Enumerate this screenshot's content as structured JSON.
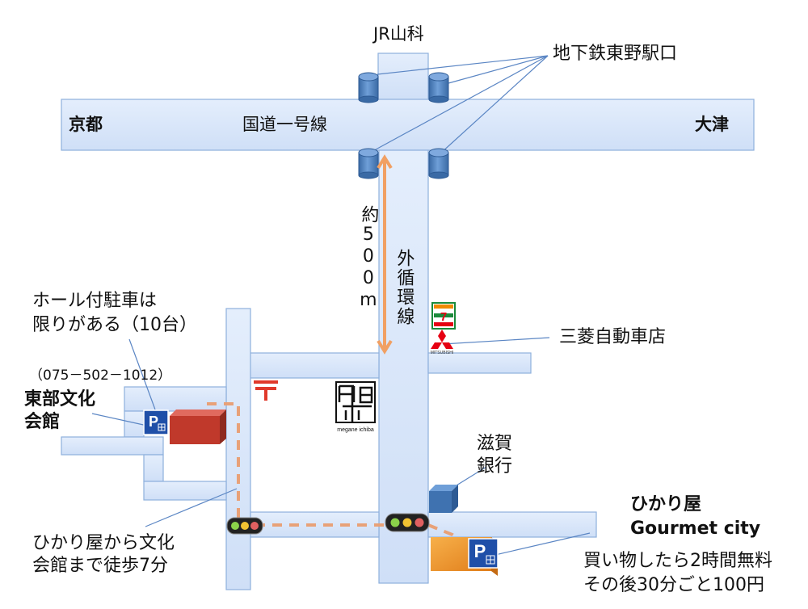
{
  "roads": {
    "national_route": "国道一号線",
    "west_end": "京都",
    "east_end": "大津",
    "ring_road": "外循環線"
  },
  "stations": {
    "jr": "JR山科",
    "subway_exits": "地下鉄東野駅口"
  },
  "distance": "約500m",
  "landmarks": {
    "seven_eleven_logo": "7 ELEVEN",
    "mitsubishi_store": "三菱自動車店",
    "mitsubishi_logo_text": "MITSUBISHI",
    "shiga_bank_line1": "滋賀",
    "shiga_bank_line2": "銀行",
    "megane_logo_text": "megane ichiba"
  },
  "hall": {
    "parking_note_line1": "ホール付駐車は",
    "parking_note_line2": "限りがある（10台）",
    "phone": "（075－502－1012）",
    "name_line1": "東部文化",
    "name_line2": "会館"
  },
  "walk_note": {
    "line1": "ひかり屋から文化",
    "line2": "会館まで徒歩7分"
  },
  "store": {
    "name_line1": "ひかり屋",
    "name_line2": "Gourmet city",
    "note_line1": "買い物したら2時間無料",
    "note_line2": "その後30分ごと100円"
  },
  "parking_sign": "P",
  "colors": {
    "road_fill": "#d7e5fb",
    "road_stroke": "#8eb0dd",
    "subway_cylinder": "#4a7ebb",
    "distance_arrow": "#f1a063",
    "walk_route": "#e8a178",
    "hall_building": "#c0392b",
    "store_building": "#f39c32",
    "parking_sign": "#1f4fa8",
    "seven_eleven_green": "#1a8a3a",
    "seven_eleven_orange": "#f08a00",
    "mitsubishi_red": "#e60012"
  }
}
